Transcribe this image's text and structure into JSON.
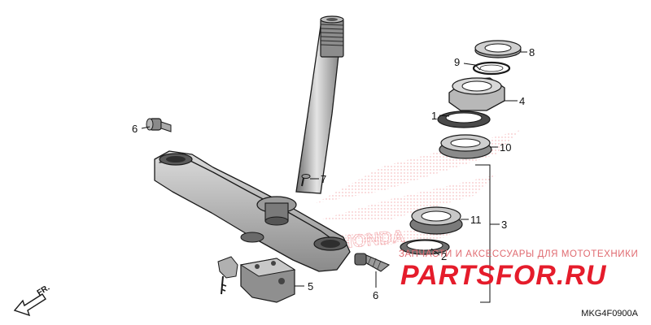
{
  "diagram": {
    "code": "MKG4F0900A",
    "direction_label": "FR.",
    "callouts": {
      "c1": "1",
      "c2": "2",
      "c3": "3",
      "c4": "4",
      "c5": "5",
      "c6a": "6",
      "c6b": "6",
      "c7": "7",
      "c8": "8",
      "c9": "9",
      "c10": "10",
      "c11": "11"
    }
  },
  "watermark": {
    "tagline": "ЗАПЧАСТИ И АКСЕССУАРЫ ДЛЯ МОТОТЕХНИКИ",
    "brand": "PARTSFOR.RU",
    "emblem_text": "HONDA"
  },
  "colors": {
    "watermark_red": "#e51c2b",
    "line": "#1a1a1a"
  }
}
